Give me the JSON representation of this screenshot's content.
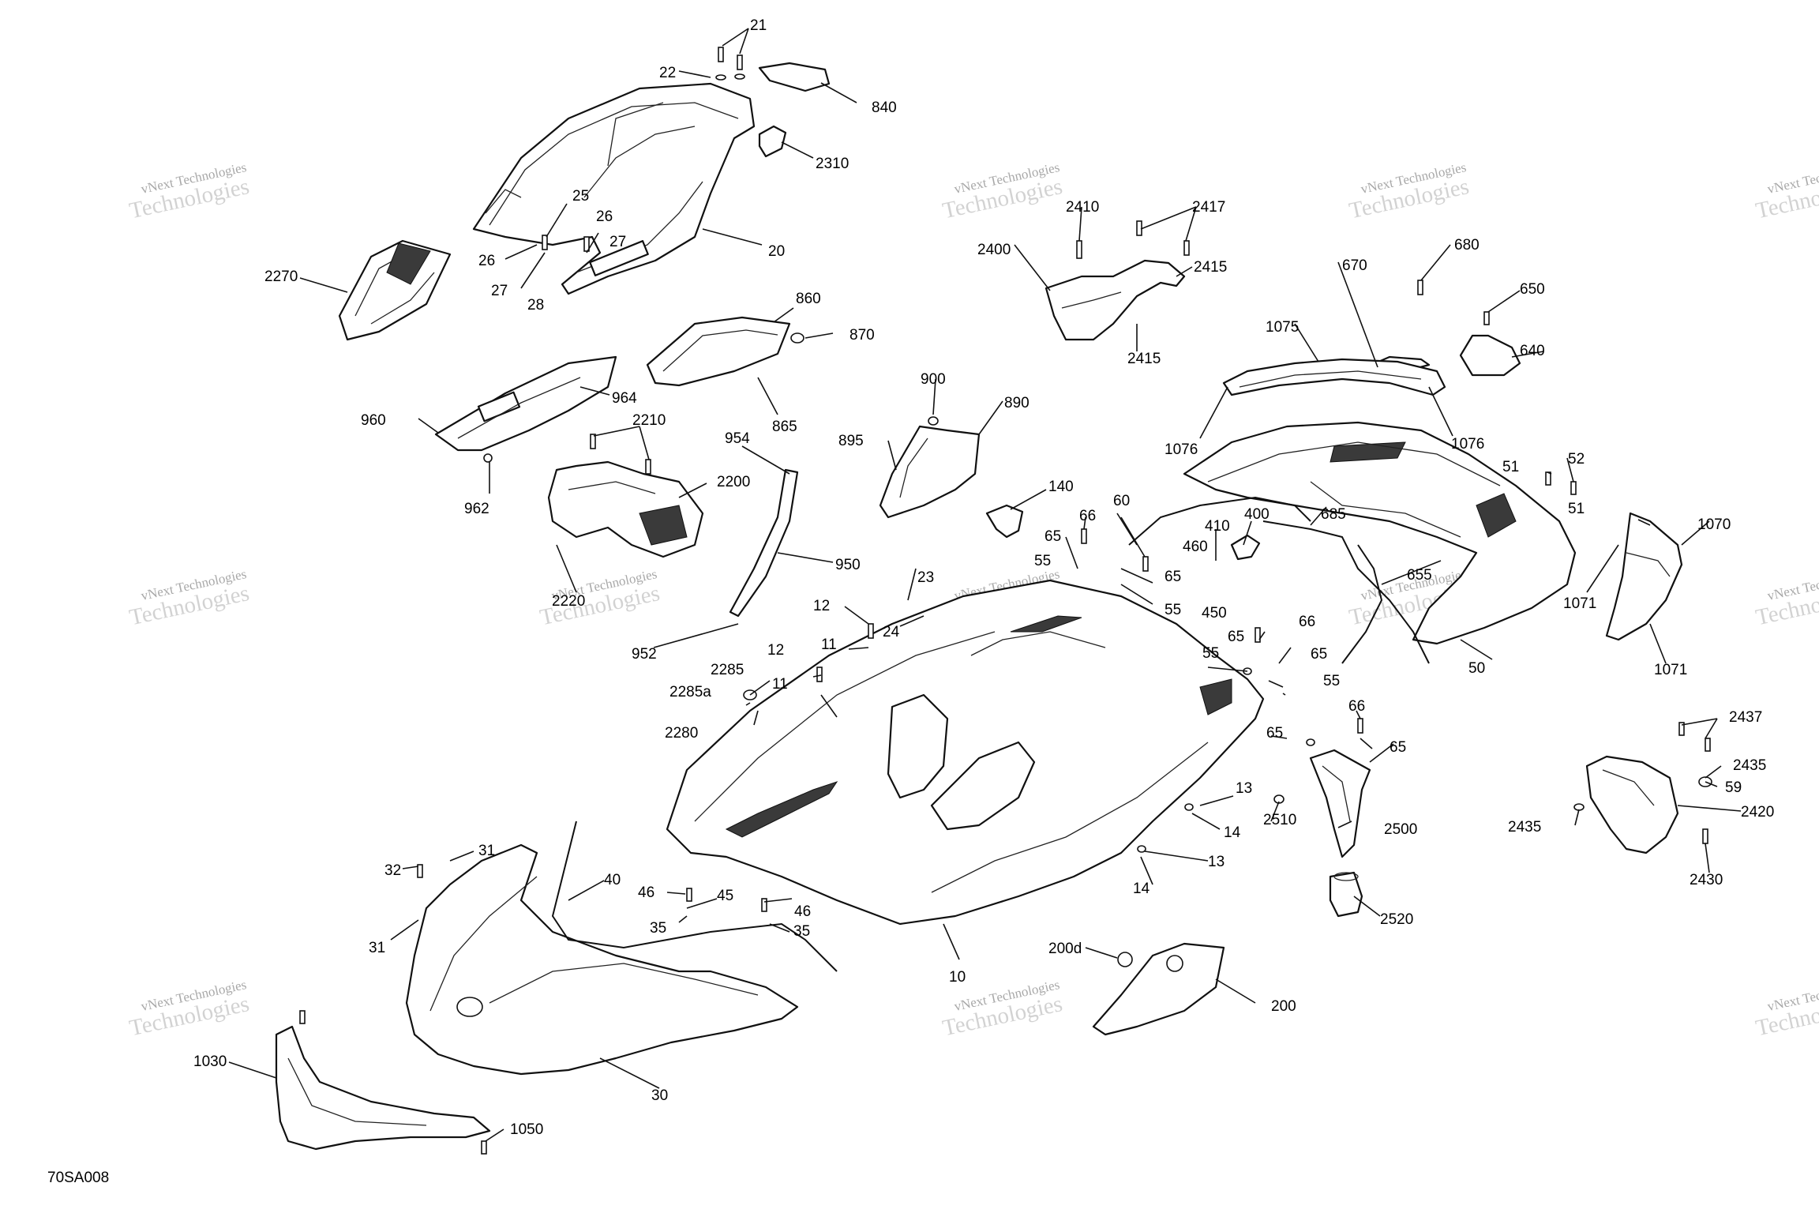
{
  "diagram_code": "70SA008",
  "watermark": {
    "line1": "vNext Technologies",
    "line2": "Technologies"
  },
  "callouts": [
    {
      "id": "c21",
      "text": "21"
    },
    {
      "id": "c22",
      "text": "22"
    },
    {
      "id": "c840",
      "text": "840"
    },
    {
      "id": "c2310",
      "text": "2310"
    },
    {
      "id": "c20",
      "text": "20"
    },
    {
      "id": "c25",
      "text": "25"
    },
    {
      "id": "c26a",
      "text": "26"
    },
    {
      "id": "c26b",
      "text": "26"
    },
    {
      "id": "c27a",
      "text": "27"
    },
    {
      "id": "c27b",
      "text": "27"
    },
    {
      "id": "c28",
      "text": "28"
    },
    {
      "id": "c2270",
      "text": "2270"
    },
    {
      "id": "c860",
      "text": "860"
    },
    {
      "id": "c870",
      "text": "870"
    },
    {
      "id": "c865",
      "text": "865"
    },
    {
      "id": "c964",
      "text": "964"
    },
    {
      "id": "c960",
      "text": "960"
    },
    {
      "id": "c962",
      "text": "962"
    },
    {
      "id": "c2210",
      "text": "2210"
    },
    {
      "id": "c2200",
      "text": "2200"
    },
    {
      "id": "c2220",
      "text": "2220"
    },
    {
      "id": "c954",
      "text": "954"
    },
    {
      "id": "c950",
      "text": "950"
    },
    {
      "id": "c952",
      "text": "952"
    },
    {
      "id": "c900",
      "text": "900"
    },
    {
      "id": "c890",
      "text": "890"
    },
    {
      "id": "c895",
      "text": "895"
    },
    {
      "id": "c2410",
      "text": "2410"
    },
    {
      "id": "c2417",
      "text": "2417"
    },
    {
      "id": "c2400",
      "text": "2400"
    },
    {
      "id": "c2415a",
      "text": "2415"
    },
    {
      "id": "c2415b",
      "text": "2415"
    },
    {
      "id": "c670",
      "text": "670"
    },
    {
      "id": "c680",
      "text": "680"
    },
    {
      "id": "c650",
      "text": "650"
    },
    {
      "id": "c640",
      "text": "640"
    },
    {
      "id": "c1075",
      "text": "1075"
    },
    {
      "id": "c1076a",
      "text": "1076"
    },
    {
      "id": "c1076b",
      "text": "1076"
    },
    {
      "id": "c140",
      "text": "140"
    },
    {
      "id": "c60",
      "text": "60"
    },
    {
      "id": "c66a",
      "text": "66"
    },
    {
      "id": "c65a",
      "text": "65"
    },
    {
      "id": "c55a",
      "text": "55"
    },
    {
      "id": "c65b",
      "text": "65"
    },
    {
      "id": "c55b",
      "text": "55"
    },
    {
      "id": "c410",
      "text": "410"
    },
    {
      "id": "c400",
      "text": "400"
    },
    {
      "id": "c460",
      "text": "460"
    },
    {
      "id": "c450",
      "text": "450"
    },
    {
      "id": "c685",
      "text": "685"
    },
    {
      "id": "c655",
      "text": "655"
    },
    {
      "id": "c51a",
      "text": "51"
    },
    {
      "id": "c52",
      "text": "52"
    },
    {
      "id": "c51b",
      "text": "51"
    },
    {
      "id": "c1070",
      "text": "1070"
    },
    {
      "id": "c1071a",
      "text": "1071"
    },
    {
      "id": "c1071b",
      "text": "1071"
    },
    {
      "id": "c50",
      "text": "50"
    },
    {
      "id": "c23",
      "text": "23"
    },
    {
      "id": "c12a",
      "text": "12"
    },
    {
      "id": "c24",
      "text": "24"
    },
    {
      "id": "c11a",
      "text": "11"
    },
    {
      "id": "c12b",
      "text": "12"
    },
    {
      "id": "c11b",
      "text": "11"
    },
    {
      "id": "c2285",
      "text": "2285"
    },
    {
      "id": "c2285a",
      "text": "2285a"
    },
    {
      "id": "c2280",
      "text": "2280"
    },
    {
      "id": "c65c",
      "text": "65"
    },
    {
      "id": "c66b",
      "text": "66"
    },
    {
      "id": "c55c",
      "text": "55"
    },
    {
      "id": "c65d",
      "text": "65"
    },
    {
      "id": "c55d",
      "text": "55"
    },
    {
      "id": "c66c",
      "text": "66"
    },
    {
      "id": "c65e",
      "text": "65"
    },
    {
      "id": "c65f",
      "text": "65"
    },
    {
      "id": "c2437",
      "text": "2437"
    },
    {
      "id": "c2435a",
      "text": "2435"
    },
    {
      "id": "c59",
      "text": "59"
    },
    {
      "id": "c2420",
      "text": "2420"
    },
    {
      "id": "c2435b",
      "text": "2435"
    },
    {
      "id": "c2430",
      "text": "2430"
    },
    {
      "id": "c13a",
      "text": "13"
    },
    {
      "id": "c14a",
      "text": "14"
    },
    {
      "id": "c2510",
      "text": "2510"
    },
    {
      "id": "c2500",
      "text": "2500"
    },
    {
      "id": "c13b",
      "text": "13"
    },
    {
      "id": "c14b",
      "text": "14"
    },
    {
      "id": "c2520",
      "text": "2520"
    },
    {
      "id": "c32",
      "text": "32"
    },
    {
      "id": "c31a",
      "text": "31"
    },
    {
      "id": "c31b",
      "text": "31"
    },
    {
      "id": "c40",
      "text": "40"
    },
    {
      "id": "c46a",
      "text": "46"
    },
    {
      "id": "c45",
      "text": "45"
    },
    {
      "id": "c46b",
      "text": "46"
    },
    {
      "id": "c35a",
      "text": "35"
    },
    {
      "id": "c35b",
      "text": "35"
    },
    {
      "id": "c10",
      "text": "10"
    },
    {
      "id": "c200d",
      "text": "200d"
    },
    {
      "id": "c200",
      "text": "200"
    },
    {
      "id": "c30",
      "text": "30"
    },
    {
      "id": "c1030",
      "text": "1030"
    },
    {
      "id": "c1050",
      "text": "1050"
    }
  ]
}
